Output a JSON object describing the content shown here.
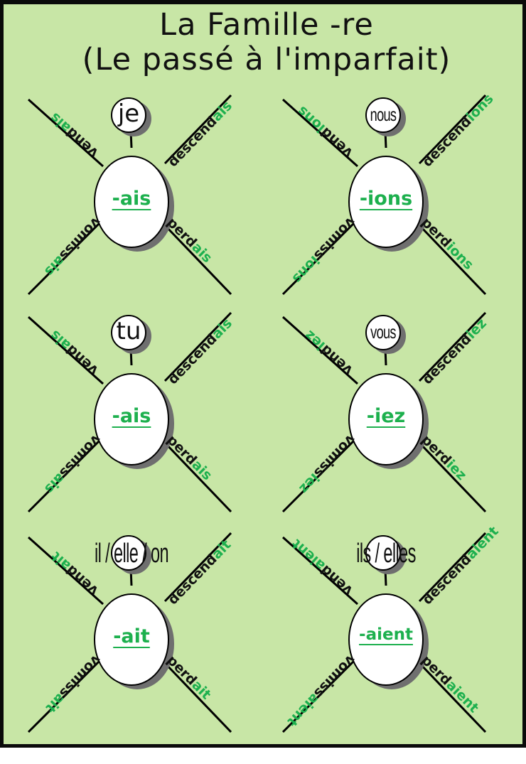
{
  "title": {
    "line1": "La Famille -re",
    "line2": "(Le passé à l'imparfait)"
  },
  "colors": {
    "background": "#c8e6a6",
    "ending_green": "#1db04e",
    "border": "#0a0a0a",
    "text": "#111111"
  },
  "cells": [
    {
      "pronoun": "je",
      "ending": "-ais",
      "verbs": {
        "vendre": {
          "stem": "vend",
          "end": "ais"
        },
        "descendre": {
          "stem": "descend",
          "end": "ais"
        },
        "perdre": {
          "stem": "perd",
          "end": "ais"
        },
        "vomir": {
          "stem": "vomiss",
          "end": "ais"
        }
      }
    },
    {
      "pronoun": "nous",
      "ending": "-ions",
      "verbs": {
        "vendre": {
          "stem": "vend",
          "end": "ions"
        },
        "descendre": {
          "stem": "descend",
          "end": "ions"
        },
        "perdre": {
          "stem": "perd",
          "end": "ions"
        },
        "vomir": {
          "stem": "vomiss",
          "end": "ions"
        }
      }
    },
    {
      "pronoun": "tu",
      "ending": "-ais",
      "verbs": {
        "vendre": {
          "stem": "vend",
          "end": "ais"
        },
        "descendre": {
          "stem": "descend",
          "end": "ais"
        },
        "perdre": {
          "stem": "perd",
          "end": "ais"
        },
        "vomir": {
          "stem": "vomiss",
          "end": "ais"
        }
      }
    },
    {
      "pronoun": "vous",
      "ending": "-iez",
      "verbs": {
        "vendre": {
          "stem": "vend",
          "end": "iez"
        },
        "descendre": {
          "stem": "descend",
          "end": "iez"
        },
        "perdre": {
          "stem": "perd",
          "end": "iez"
        },
        "vomir": {
          "stem": "vomiss",
          "end": "iez"
        }
      }
    },
    {
      "pronoun": "il / elle / on",
      "ending": "-ait",
      "verbs": {
        "vendre": {
          "stem": "vend",
          "end": "ait"
        },
        "descendre": {
          "stem": "descend",
          "end": "ait"
        },
        "perdre": {
          "stem": "perd",
          "end": "ait"
        },
        "vomir": {
          "stem": "vomiss",
          "end": "ait"
        }
      }
    },
    {
      "pronoun": "ils / elles",
      "ending": "-aient",
      "verbs": {
        "vendre": {
          "stem": "vend",
          "end": "aient"
        },
        "descendre": {
          "stem": "descend",
          "end": "aient"
        },
        "perdre": {
          "stem": "perd",
          "end": "aient"
        },
        "vomir": {
          "stem": "vomiss",
          "end": "aient"
        }
      }
    }
  ]
}
